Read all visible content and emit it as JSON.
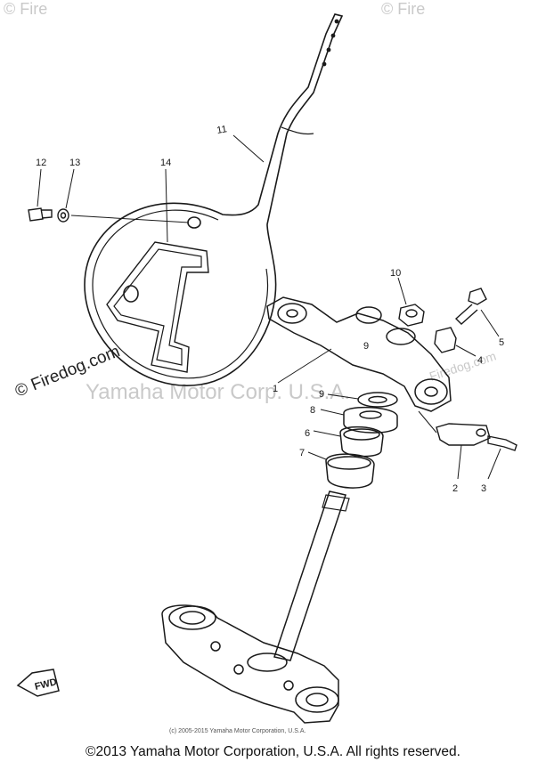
{
  "watermarks": {
    "corner_left": "© Fire",
    "corner_right": "© Fire",
    "site": "© Firedog.com",
    "center": "Yamaha Motor Corp. U.S.A.",
    "site_right": "Firedog.com"
  },
  "part_labels": {
    "p1": "1",
    "p2": "2",
    "p3": "3",
    "p4": "4",
    "p5": "5",
    "p6": "6",
    "p7": "7",
    "p8": "8",
    "p9": "9",
    "p9b": "9",
    "p10": "10",
    "p11": "11",
    "p12": "12",
    "p13": "13",
    "p14": "14"
  },
  "fwd_badge": "FWD",
  "source_credit": "(c) 2005-2015 Yamaha Motor Corporation, U.S.A.",
  "footer": {
    "copyright": "©2013 Yamaha Motor Corporation, U.S.A. All rights reserved."
  },
  "colors": {
    "line": "#1a1a1a",
    "watermark": "#c9c9c9",
    "background": "#ffffff"
  }
}
